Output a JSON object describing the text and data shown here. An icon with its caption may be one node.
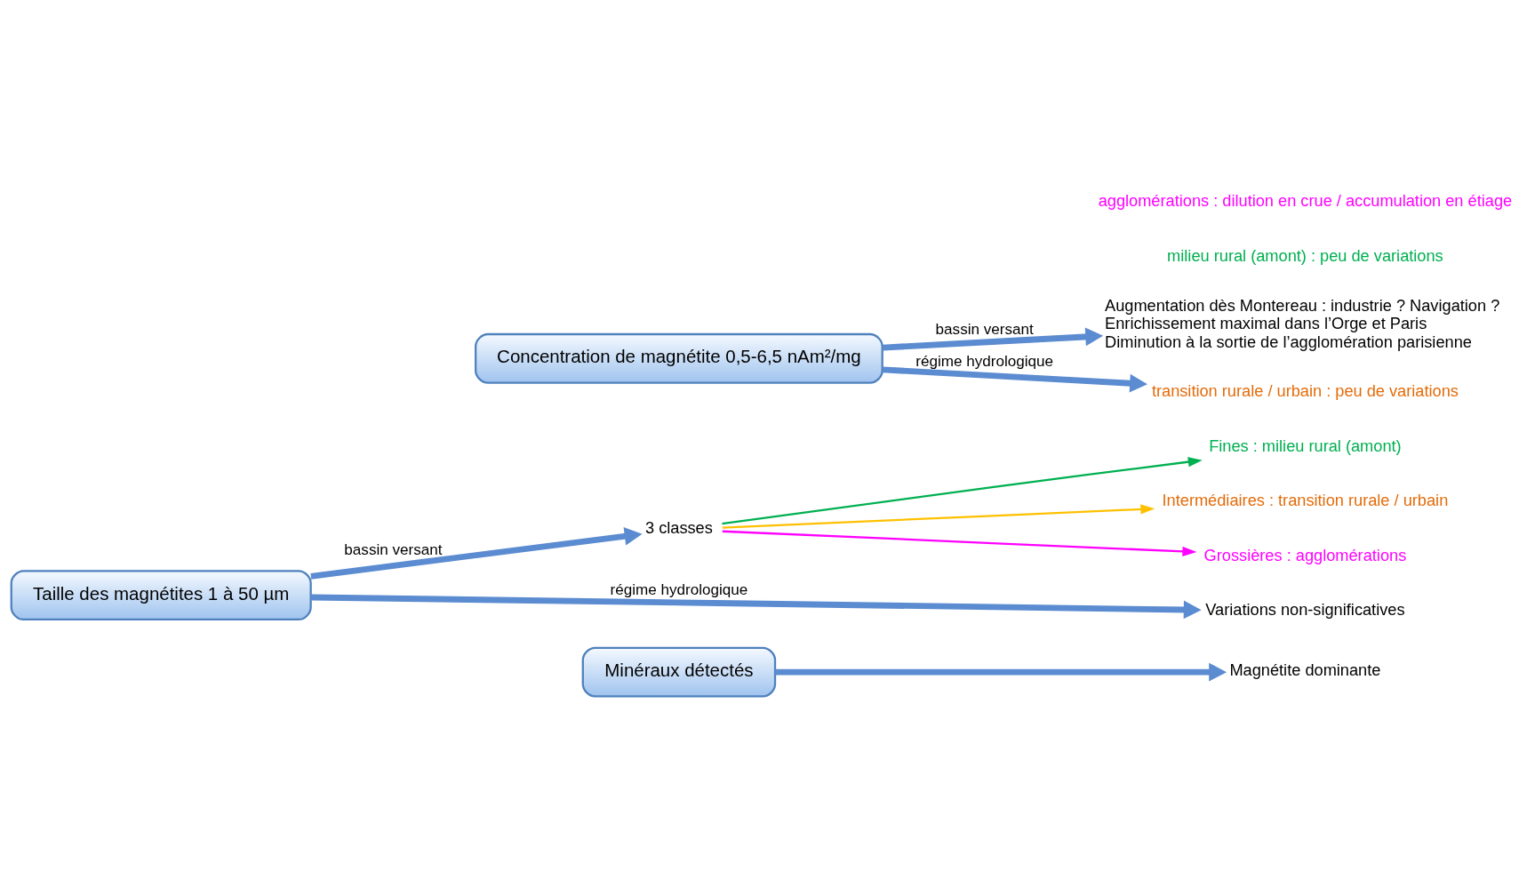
{
  "diagram": {
    "nodes": [
      {
        "text": [
          "Minéraux détectés"
        ]
      },
      {
        "text": [
          "Magnétite dominante"
        ]
      },
      {
        "text": [
          "Taille des magnétites 1 à 50 µm"
        ]
      },
      {
        "text": [
          "3 classes"
        ]
      },
      {
        "text": [
          "Fines : milieu rural (amont)"
        ]
      },
      {
        "text": [
          "Intermédiaires : transition rurale / urbain"
        ]
      },
      {
        "text": [
          "Grossières : agglomérations"
        ]
      },
      {
        "text": [
          "Variations non-significatives"
        ]
      },
      {
        "text": [
          "Concentration de magnétite 0,5-6,5 nAm²/mg"
        ]
      },
      {
        "text": [
          "Augmentation dès Montereau : industrie ? Navigation ?",
          "Enrichissement maximal dans l’Orge et Paris",
          "Diminution à la sortie de l’agglomération parisienne"
        ]
      },
      {
        "text": [
          "milieu rural (amont) : peu de variations"
        ]
      },
      {
        "text": [
          "transition rurale / urbain : peu de variations"
        ]
      },
      {
        "text": [
          "agglomérations : dilution en crue / accumulation en étiage"
        ]
      }
    ],
    "edges": [
      {
        "from": 0,
        "to": 1,
        "arrow": "to"
      },
      {
        "from": 2,
        "to": 3,
        "arrow": "to",
        "label": "bassin versant"
      },
      {
        "from": 3,
        "to": 4,
        "arrow": "to",
        "color": "#00b050"
      },
      {
        "from": 3,
        "to": 5,
        "arrow": "to",
        "color": "#ffc000"
      },
      {
        "from": 3,
        "to": 6,
        "arrow": "to",
        "color": "#ff00ff"
      },
      {
        "from": 2,
        "to": 7,
        "arrow": "to",
        "label": "régime hydrologique"
      },
      {
        "from": 8,
        "to": 9,
        "arrow": "to",
        "label": "bassin versant"
      },
      {
        "from": 8,
        "to": 11,
        "arrow": "to",
        "label": "régime hydrologique"
      }
    ]
  }
}
